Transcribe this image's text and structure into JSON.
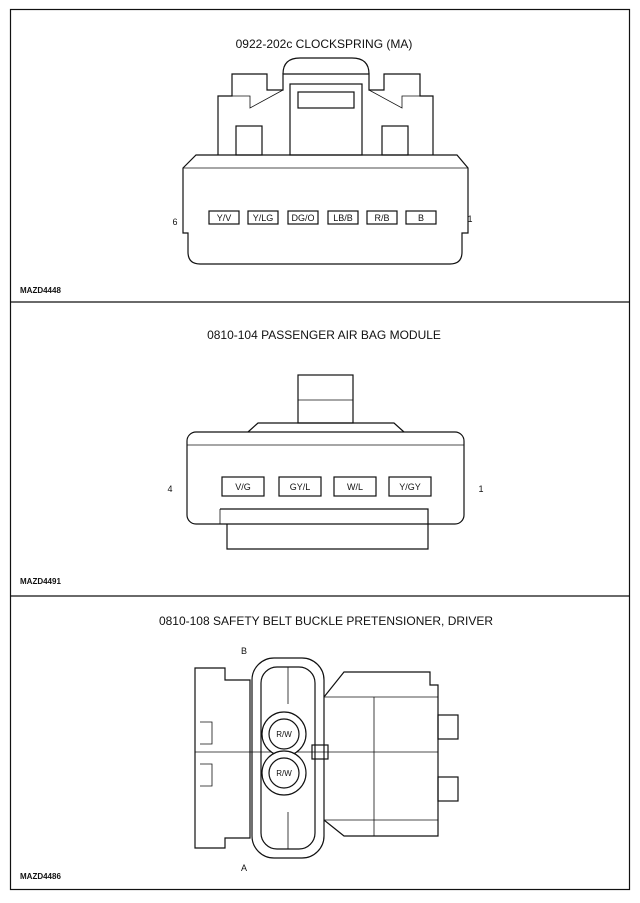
{
  "panels": [
    {
      "title": "0922-202c CLOCKSPRING (MA)",
      "ref": "MAZD4448",
      "pin_left": "6",
      "pin_right": "1",
      "wires": [
        "Y/V",
        "Y/LG",
        "DG/O",
        "LB/B",
        "R/B",
        "B"
      ]
    },
    {
      "title": "0810-104 PASSENGER AIR BAG MODULE",
      "ref": "MAZD4491",
      "pin_left": "4",
      "pin_right": "1",
      "wires": [
        "V/G",
        "GY/L",
        "W/L",
        "Y/GY"
      ]
    },
    {
      "title": "0810-108 SAFETY BELT BUCKLE PRETENSIONER, DRIVER",
      "ref": "MAZD4486",
      "pin_top": "B",
      "pin_bottom": "A",
      "wires": [
        "R/W",
        "R/W"
      ]
    }
  ]
}
